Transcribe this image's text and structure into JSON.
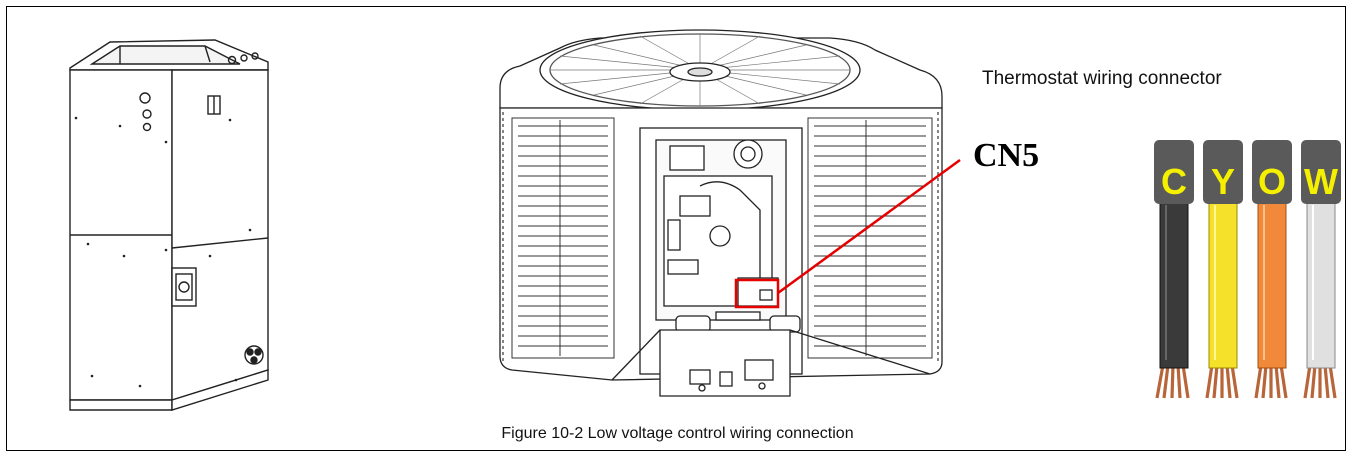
{
  "figure": {
    "caption": "Figure 10-2 Low voltage control wiring connection",
    "connector_label": "Thermostat wiring connector",
    "callout_label": "CN5"
  },
  "wires": [
    {
      "letter": "C",
      "letter_color": "#f4f000",
      "wire_color": "#3a3a3a"
    },
    {
      "letter": "Y",
      "letter_color": "#f4f000",
      "wire_color": "#f5e12a"
    },
    {
      "letter": "O",
      "letter_color": "#f4f000",
      "wire_color": "#f08a3a"
    },
    {
      "letter": "W",
      "letter_color": "#f4f000",
      "wire_color": "#e0e0e0"
    }
  ],
  "colors": {
    "callout_red": "#e60000",
    "tab_gray": "#5a5a5a",
    "copper": "#b8653a"
  }
}
